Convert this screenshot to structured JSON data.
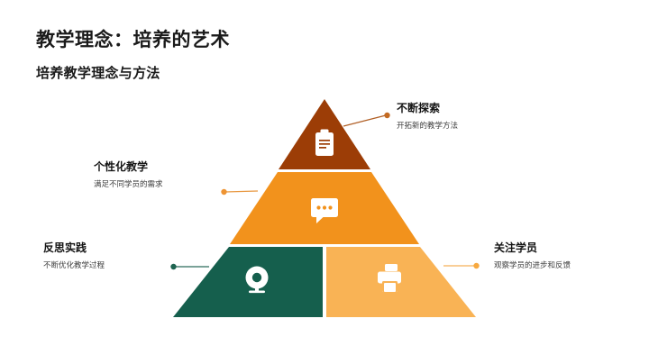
{
  "header": {
    "title": "教学理念：培养的艺术",
    "subtitle": "培养教学理念与方法"
  },
  "colors": {
    "tier_top": "#9C3D06",
    "tier_middle": "#F2921C",
    "tier_bottom_left": "#155F4D",
    "tier_bottom_right": "#F9B355",
    "background": "#FFFFFF",
    "title_text": "#1A1A1A",
    "desc_text": "#3C3C3C"
  },
  "diagram": {
    "type": "pyramid",
    "tiers": [
      {
        "id": "top",
        "icon": "clipboard-icon",
        "color": "#9C3D06",
        "callout_title": "不断探索",
        "callout_desc": "开拓新的教学方法",
        "callout_side": "right"
      },
      {
        "id": "middle",
        "icon": "speech-bubble-icon",
        "color": "#F2921C",
        "callout_title": "个性化教学",
        "callout_desc": "满足不同学员的需求",
        "callout_side": "left"
      },
      {
        "id": "bottom-left",
        "icon": "webcam-icon",
        "color": "#155F4D",
        "callout_title": "反思实践",
        "callout_desc": "不断优化教学过程",
        "callout_side": "left"
      },
      {
        "id": "bottom-right",
        "icon": "printer-icon",
        "color": "#F9B355",
        "callout_title": "关注学员",
        "callout_desc": "观察学员的进步和反馈",
        "callout_side": "right"
      }
    ]
  }
}
